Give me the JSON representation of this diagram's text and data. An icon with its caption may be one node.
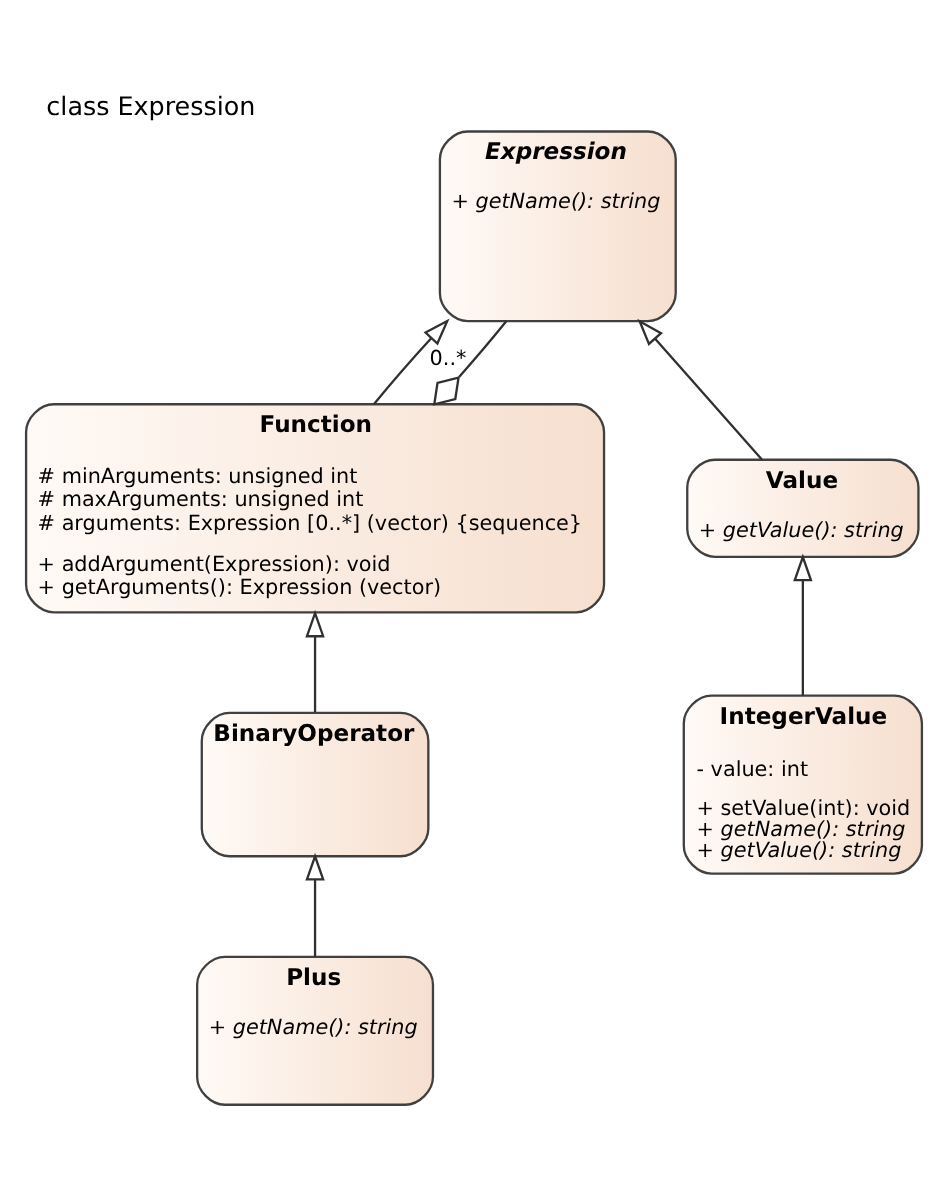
{
  "diagram": {
    "title": "class Expression",
    "nodes": [
      {
        "text": [
          "Expression",
          "+ getName(): string"
        ]
      },
      {
        "text": [
          "Value",
          "+ getValue(): string"
        ]
      },
      {
        "text": [
          "Function",
          "# minArguments: unsigned int",
          "# maxArguments: unsigned int",
          "# arguments: Expression [0..*] (vector) {sequence}",
          "+ addArgument(Expression): void",
          "+ getArguments(): Expression (vector)"
        ]
      },
      {
        "text": [
          "IntegerValue",
          "- value: int",
          "+ setValue(int): void",
          "+ getName(): string",
          "+ getValue(): string"
        ]
      },
      {
        "text": [
          "BinaryOperator"
        ]
      },
      {
        "text": [
          "Plus",
          "+ getName(): string"
        ]
      }
    ],
    "edges": [
      {
        "from": 1,
        "to": 0,
        "arrow": "to"
      },
      {
        "from": 2,
        "to": 0,
        "arrow": "to"
      },
      {
        "from": 3,
        "to": 1,
        "arrow": "to"
      },
      {
        "from": 4,
        "to": 2,
        "arrow": "to"
      },
      {
        "from": 5,
        "to": 4,
        "arrow": "to"
      },
      {
        "from": 0,
        "to": 2,
        "arrow": "other",
        "label": "0..*"
      }
    ]
  }
}
